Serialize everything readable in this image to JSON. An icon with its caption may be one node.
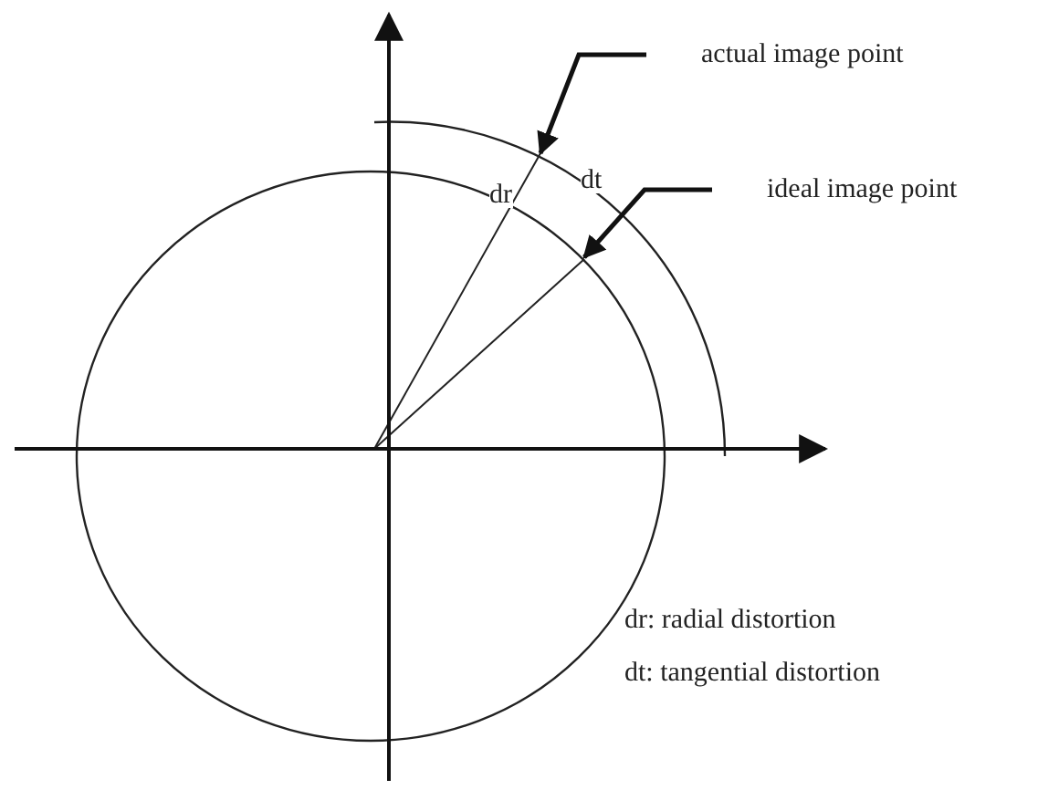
{
  "diagram": {
    "nodes": [
      {
        "text": [
          "actual image point"
        ]
      },
      {
        "text": [
          "ideal image point"
        ]
      }
    ],
    "edges": [
      {
        "from": 0,
        "to": null,
        "arrow": "to"
      },
      {
        "from": 1,
        "to": null,
        "arrow": "to"
      }
    ],
    "labels": [
      "dr",
      "dt",
      "dr: radial distortion",
      "dt: tangential distortion"
    ]
  }
}
